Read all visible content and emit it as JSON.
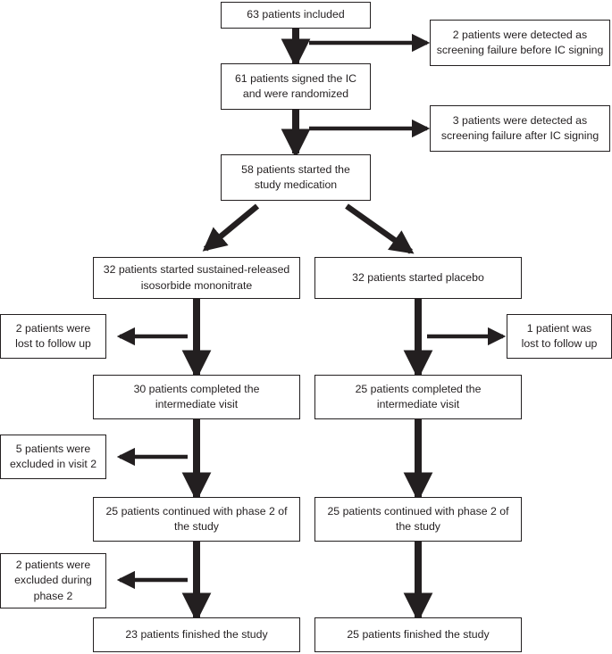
{
  "diagram": {
    "title": "CONSORT-style patient flow diagram",
    "colors": {
      "stroke": "#231f20",
      "box_fill": "#ffffff",
      "background": "#ffffff"
    },
    "nodes": [
      {
        "id": "n1",
        "name": "box-patients-included",
        "text": "63 patients included"
      },
      {
        "id": "n2",
        "name": "box-screening-failure-before",
        "text": "2 patients were detected as\nscreening failure before IC signing"
      },
      {
        "id": "n3",
        "name": "box-signed-ic-randomized",
        "text": "61 patients signed the IC\nand were randomized"
      },
      {
        "id": "n4",
        "name": "box-screening-failure-after",
        "text": "3 patients were detected as\nscreening failure after IC signing"
      },
      {
        "id": "n5",
        "name": "box-started-study-medication",
        "text": "58 patients started the\nstudy medication"
      },
      {
        "id": "n6",
        "name": "box-started-isosorbide",
        "text": "32 patients started sustained-released\nisosorbide mononitrate"
      },
      {
        "id": "n7",
        "name": "box-started-placebo",
        "text": "32 patients started placebo"
      },
      {
        "id": "n8",
        "name": "box-lost-follow-up-treatment",
        "text": "2 patients were\nlost to follow up"
      },
      {
        "id": "n9",
        "name": "box-lost-follow-up-placebo",
        "text": "1 patient was\nlost to follow up"
      },
      {
        "id": "n10",
        "name": "box-completed-intermediate-treatment",
        "text": "30 patients completed the\nintermediate visit"
      },
      {
        "id": "n11",
        "name": "box-completed-intermediate-placebo",
        "text": "25 patients completed the\nintermediate visit"
      },
      {
        "id": "n12",
        "name": "box-excluded-visit-2",
        "text": "5 patients were\nexcluded in visit 2"
      },
      {
        "id": "n13",
        "name": "box-continued-phase2-treatment",
        "text": "25 patients continued with phase 2 of\nthe study"
      },
      {
        "id": "n14",
        "name": "box-continued-phase2-placebo",
        "text": "25 patients continued with phase 2 of\nthe study"
      },
      {
        "id": "n15",
        "name": "box-excluded-during-phase2",
        "text": "2 patients were\nexcluded during\nphase 2"
      },
      {
        "id": "n16",
        "name": "box-finished-study-treatment",
        "text": "23 patients finished the study"
      },
      {
        "id": "n17",
        "name": "box-finished-study-placebo",
        "text": "25 patients finished the study"
      }
    ],
    "arrows": [
      {
        "name": "arrow-included-to-randomized",
        "kind": "down"
      },
      {
        "name": "arrow-to-screening-failure-before",
        "kind": "right"
      },
      {
        "name": "arrow-randomized-to-started",
        "kind": "down"
      },
      {
        "name": "arrow-to-screening-failure-after",
        "kind": "right"
      },
      {
        "name": "arrow-split-to-isosorbide",
        "kind": "diagonal-left"
      },
      {
        "name": "arrow-split-to-placebo",
        "kind": "diagonal-right"
      },
      {
        "name": "arrow-isosorbide-to-intermediate",
        "kind": "down"
      },
      {
        "name": "arrow-to-lost-follow-up-treatment",
        "kind": "left"
      },
      {
        "name": "arrow-placebo-to-intermediate",
        "kind": "down"
      },
      {
        "name": "arrow-to-lost-follow-up-placebo",
        "kind": "right"
      },
      {
        "name": "arrow-intermediate-to-phase2-treatment",
        "kind": "down"
      },
      {
        "name": "arrow-to-excluded-visit-2",
        "kind": "left"
      },
      {
        "name": "arrow-intermediate-to-phase2-placebo",
        "kind": "down"
      },
      {
        "name": "arrow-phase2-to-finished-treatment",
        "kind": "down"
      },
      {
        "name": "arrow-to-excluded-during-phase2",
        "kind": "left"
      },
      {
        "name": "arrow-phase2-to-finished-placebo",
        "kind": "down"
      }
    ]
  }
}
